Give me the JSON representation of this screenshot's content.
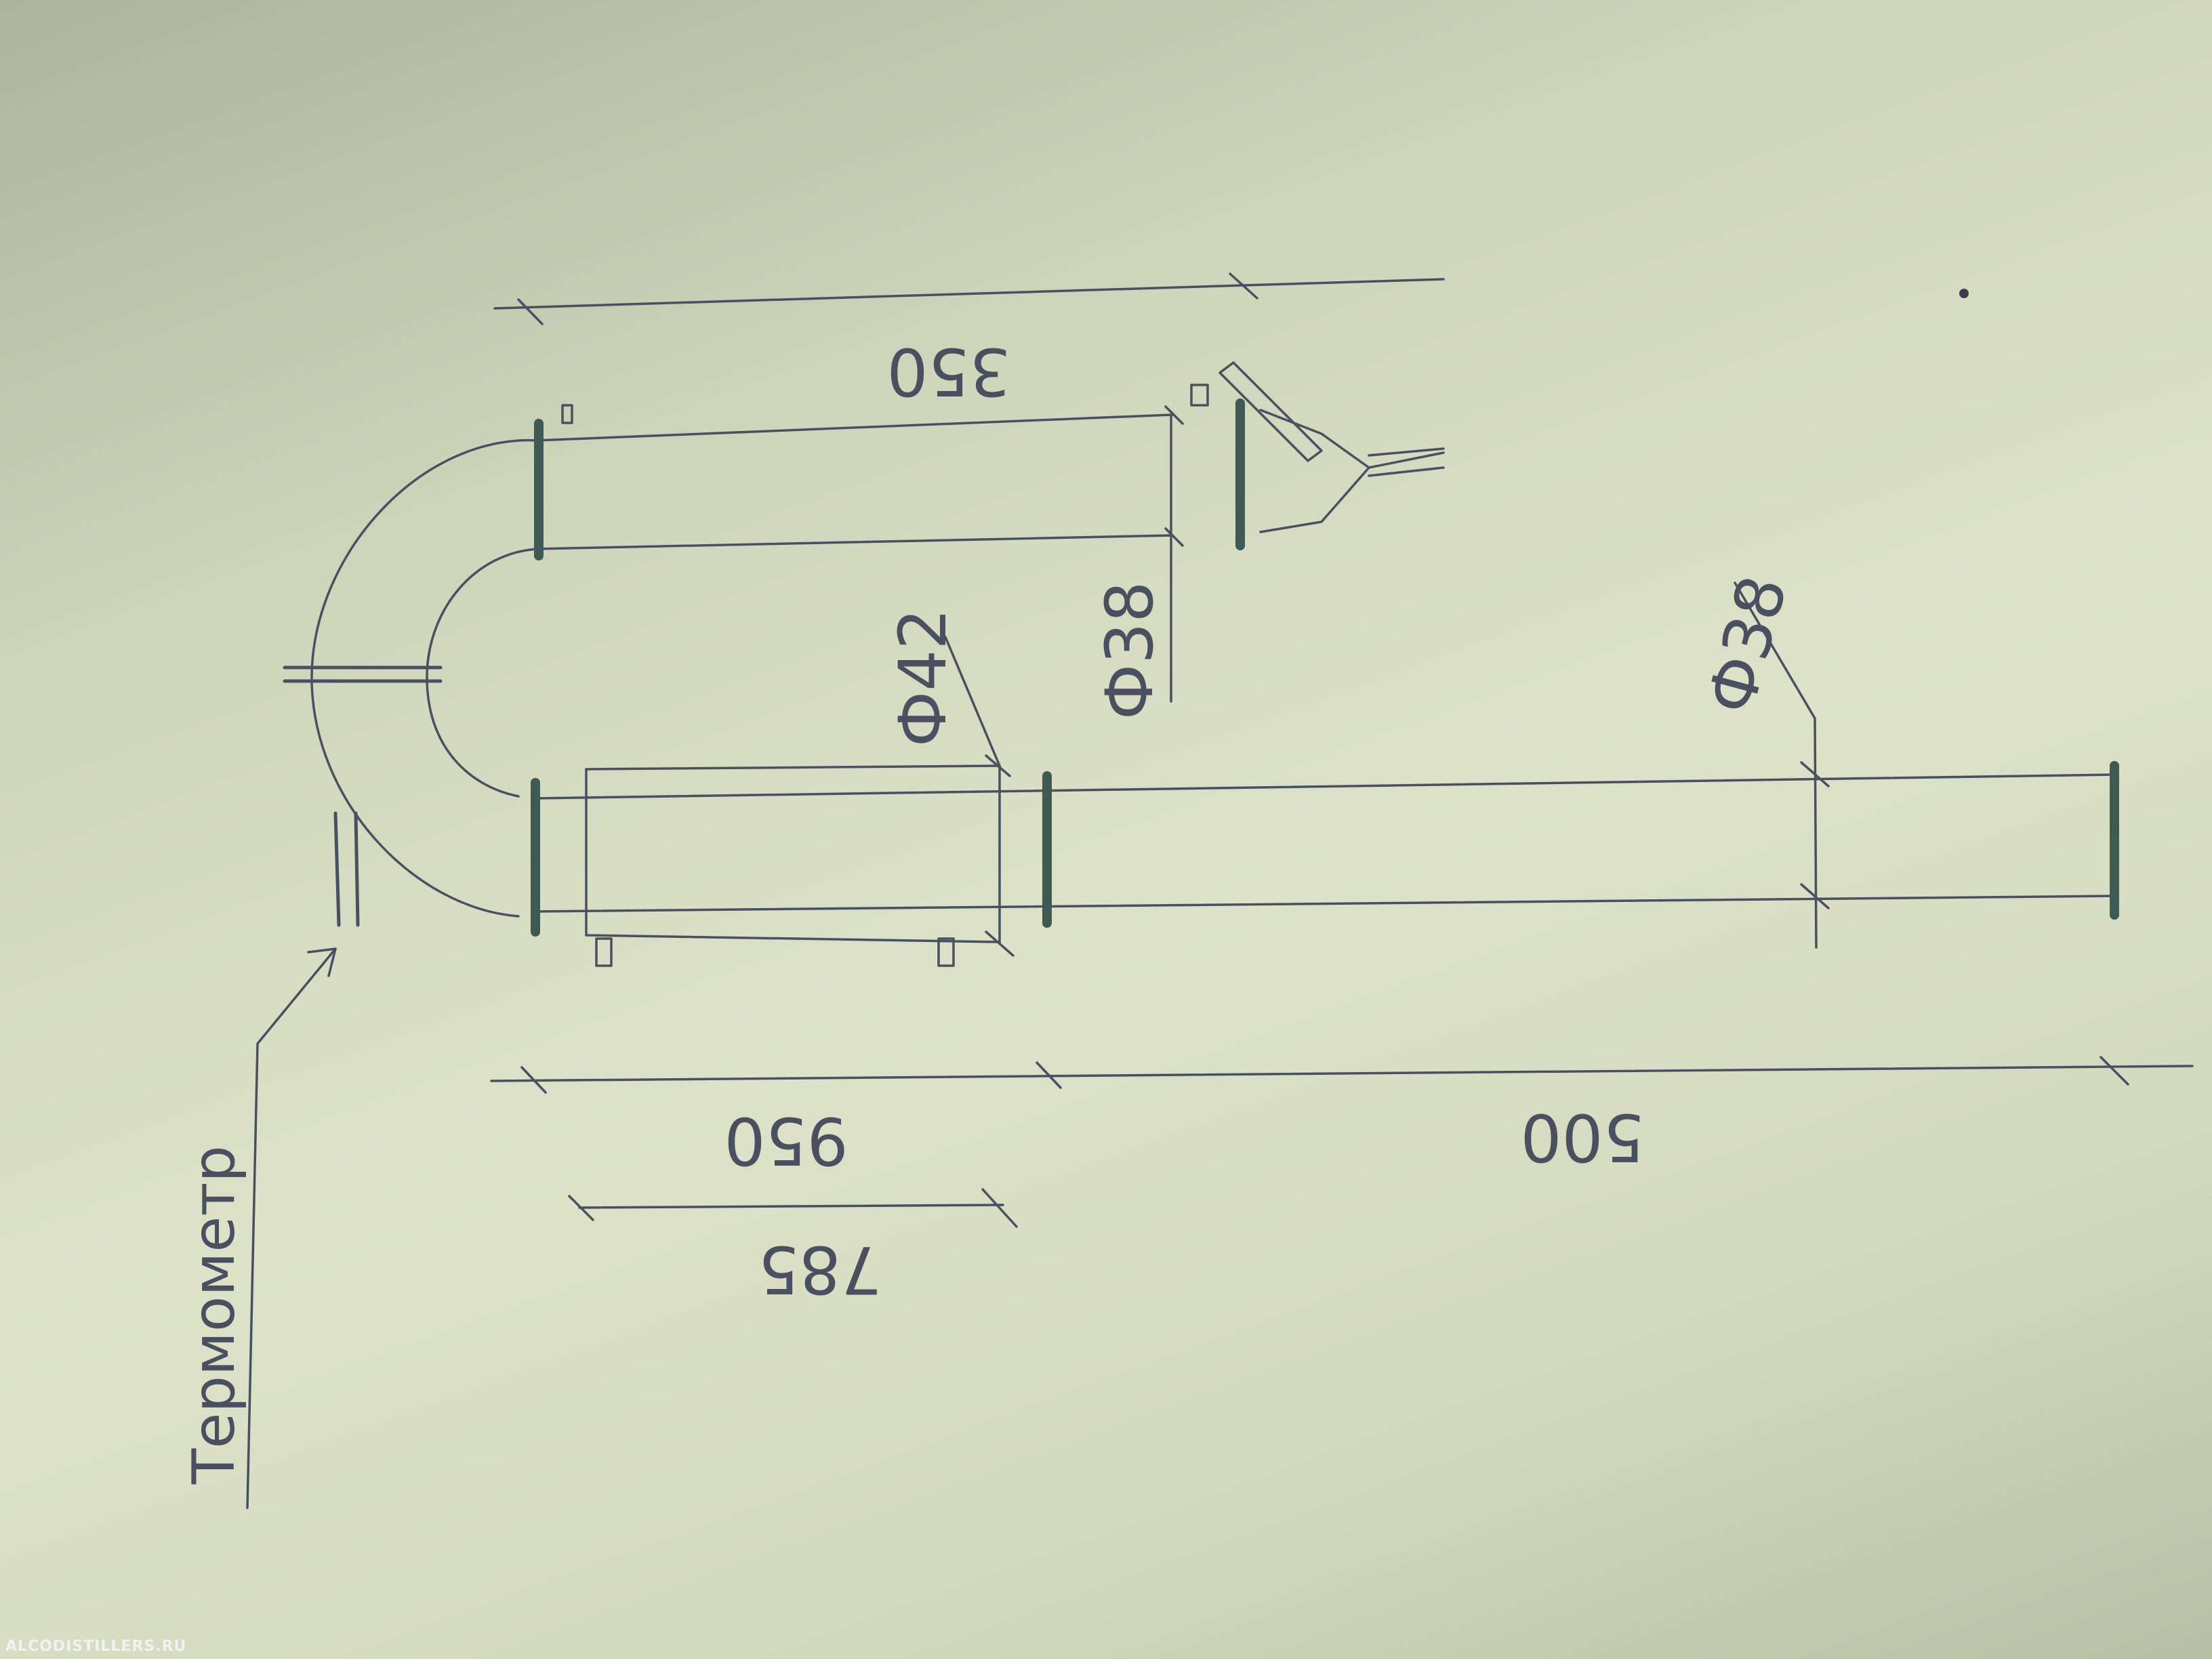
{
  "labels": {
    "thermometer": "Термометр",
    "dim_top_return": "350",
    "dim_lower_950": "950",
    "dim_lower_500": "500",
    "dim_inner_785": "785",
    "dia_jacket": "Ф42",
    "dia_return": "Ф38",
    "dia_main": "Ф38"
  },
  "watermark": "ALCODISTILLERS.RU",
  "colors": {
    "paper": "#d6dcc4",
    "ink": "#4a5060",
    "flange": "#3f5a52"
  }
}
